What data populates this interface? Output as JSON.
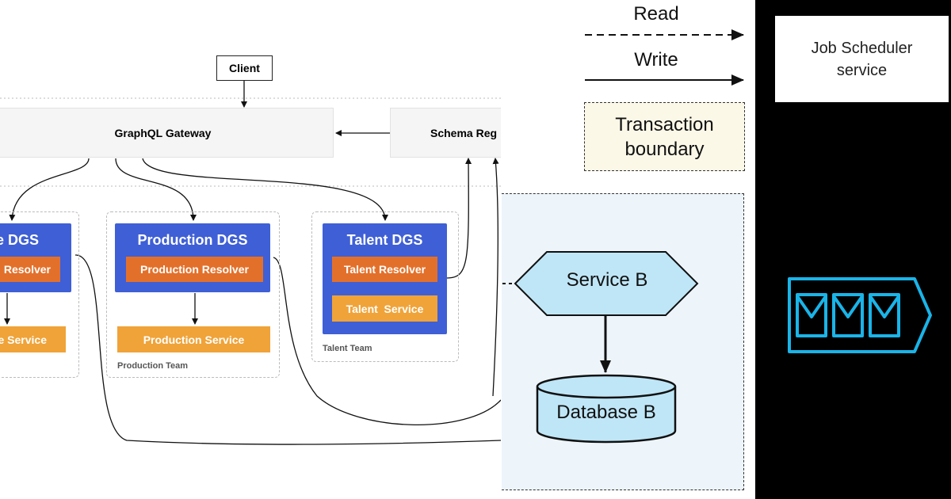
{
  "left": {
    "client": "Client",
    "gateway": "GraphQL Gateway",
    "schema_registry": "Schema Reg",
    "movie_dgs": {
      "title": "ie DGS",
      "resolver": "Resolver",
      "service": "e Service"
    },
    "production_dgs": {
      "title": "Production DGS",
      "resolver": "Production Resolver",
      "service": "Production Service",
      "team": "Production Team"
    },
    "talent_dgs": {
      "title": "Talent DGS",
      "resolver": "Talent Resolver",
      "service": "Talent  Service",
      "team": "Talent Team"
    }
  },
  "legend": {
    "read": "Read",
    "write": "Write",
    "transaction_line1": "Transaction",
    "transaction_line2": "boundary"
  },
  "service_b": {
    "label": "Service B",
    "database": "Database B"
  },
  "job_scheduler": {
    "line1": "Job Scheduler",
    "line2": "service"
  },
  "colors": {
    "dgs_blue": "#3f5fd6",
    "resolver_orange": "#e3702a",
    "service_orange": "#f0a338",
    "service_b_fill": "#bfe6f7",
    "region_fill": "#edf5fb",
    "transaction_fill": "#fcf8e8",
    "queue_icon": "#1ab4e8"
  },
  "icons": {
    "queue": "message-queue-icon"
  }
}
